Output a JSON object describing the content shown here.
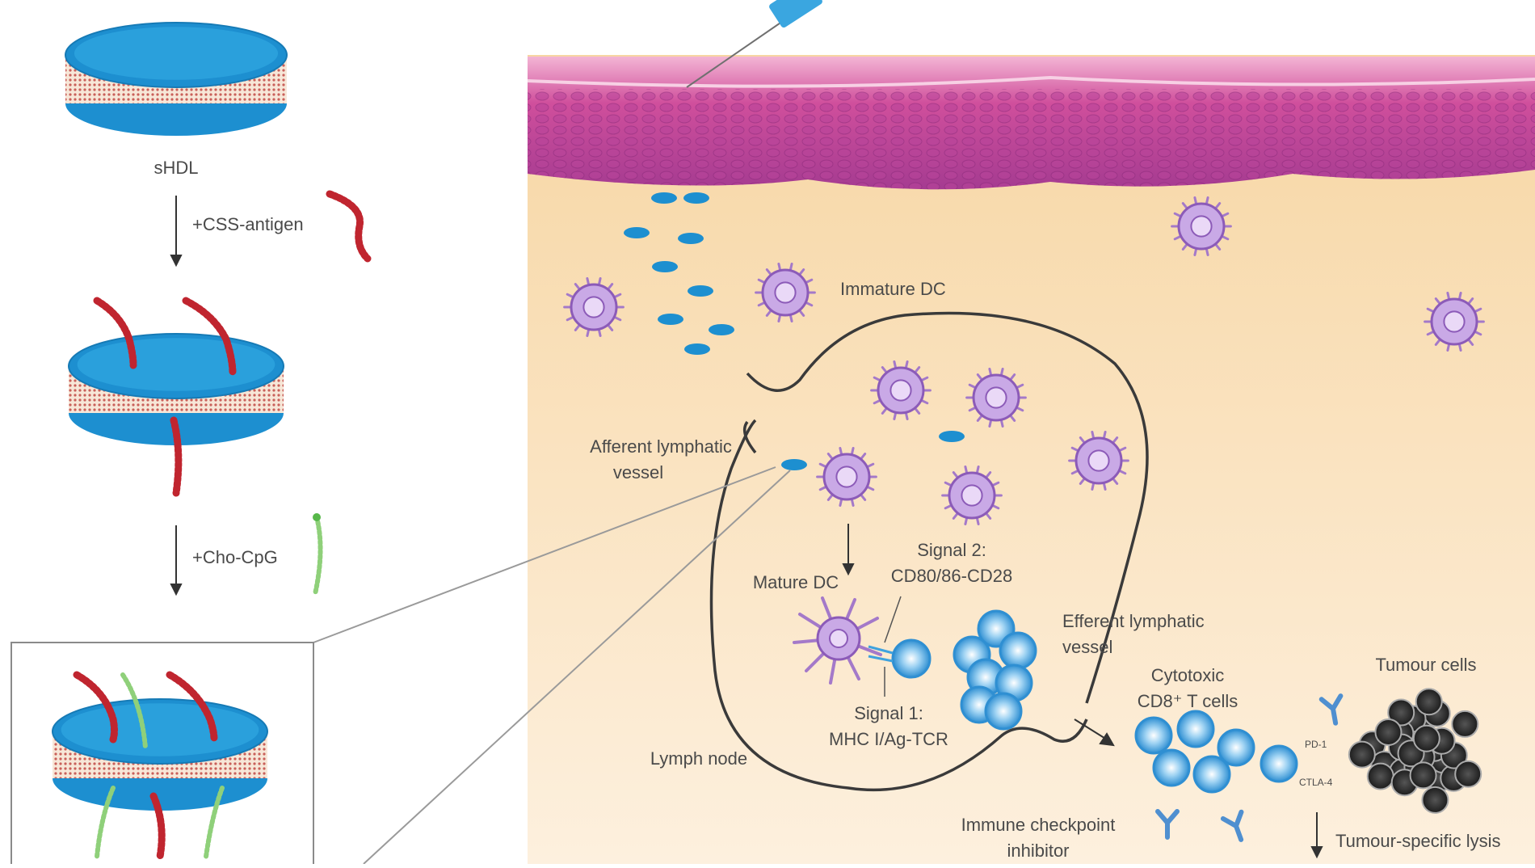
{
  "left_panel": {
    "shdl_label": "sHDL",
    "step1_label": "+CSS-antigen",
    "step2_label": "+Cho-CpG"
  },
  "diagram": {
    "immature_dc": "Immature DC",
    "afferent_vessel_line1": "Afferent lymphatic",
    "afferent_vessel_line2": "vessel",
    "mature_dc": "Mature DC",
    "signal2_line1": "Signal 2:",
    "signal2_line2": "CD80/86-CD28",
    "signal1_line1": "Signal 1:",
    "signal1_line2": "MHC I/Ag-TCR",
    "efferent_vessel_line1": "Efferent lymphatic",
    "efferent_vessel_line2": "vessel",
    "cytotoxic_line1": "Cytotoxic",
    "cytotoxic_line2": "CD8⁺ T cells",
    "tumour_cells": "Tumour cells",
    "pd1": "PD-1",
    "ctla4": "CTLA-4",
    "lymph_node": "Lymph node",
    "checkpoint_line1": "Immune checkpoint",
    "checkpoint_line2": "inhibitor",
    "tumour_lysis": "Tumour-specific lysis"
  },
  "colors": {
    "tissue": "#fbe3bf",
    "epidermis": "#c24a9e",
    "nanodisc": "#1d8fd0",
    "dc": "#a479c9",
    "tcell": "#3fa2de",
    "antigen": "#c0252f",
    "cpg": "#8fd07a"
  }
}
